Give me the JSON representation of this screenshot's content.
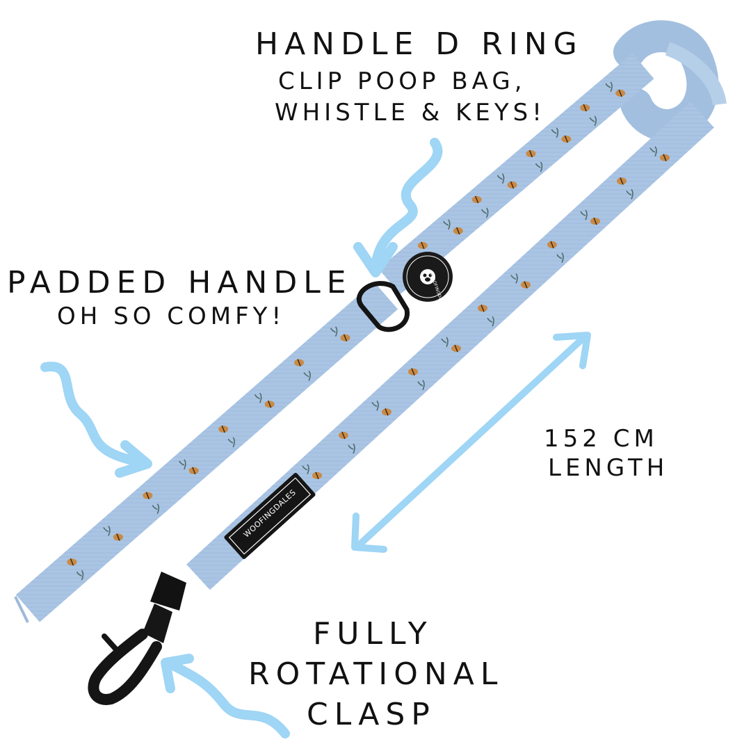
{
  "callouts": {
    "handle_ring": {
      "title": "HANDLE D RING",
      "line1": "CLIP POOP BAG,",
      "line2": "WHISTLE & KEYS!"
    },
    "padded_handle": {
      "title": "PADDED HANDLE",
      "subtitle": "OH SO COMFY!"
    },
    "length": {
      "line1": "152 CM",
      "line2": "LENGTH"
    },
    "clasp": {
      "line1": "FULLY",
      "line2": "ROTATIONAL",
      "line3": "CLASP"
    }
  },
  "brand": {
    "tag_text": "WOOFINGDALES",
    "ring_text": "WOOFINGDALES"
  },
  "colors": {
    "leash": "#a9c4e3",
    "leash_shadow": "#8fa9c9",
    "arrow": "#9fd5f5",
    "bee_body": "#c98a45",
    "bee_stripe": "#3a2a1a",
    "leaf": "#4f6b6a",
    "hardware": "#141414",
    "text": "#111111"
  }
}
